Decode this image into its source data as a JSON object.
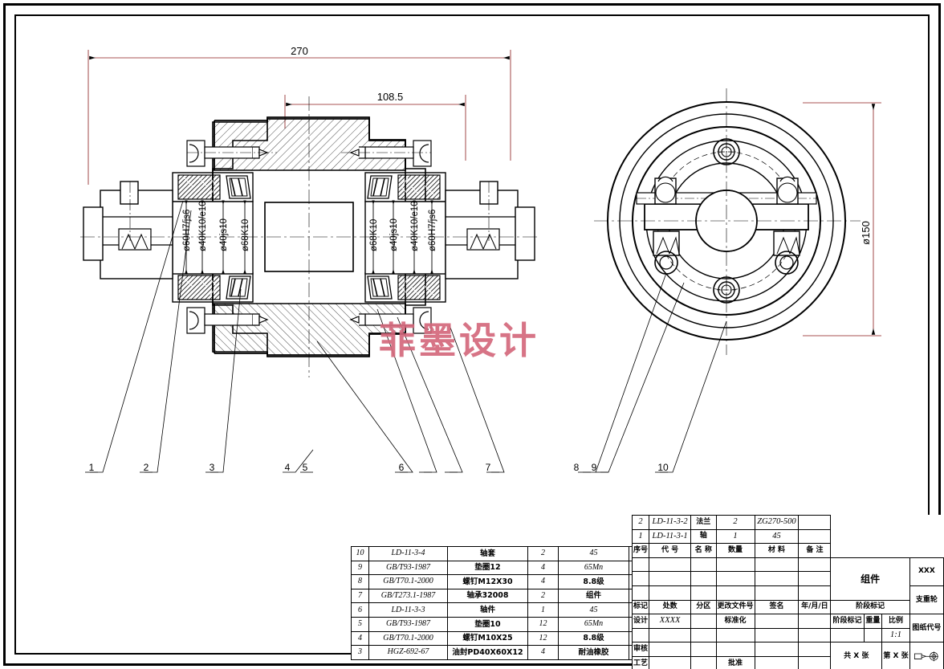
{
  "sheet": {
    "watermark": "菲墨设计"
  },
  "dimensions": {
    "overall_width": "270",
    "inner_width": "108.5",
    "outer_diameter": "ø150",
    "fits": [
      "ø60H7/js6",
      "ø40K10/e10",
      "ø40js10",
      "ø68K10",
      "ø68K10",
      "ø40js10",
      "ø40K10/e10",
      "ø60H7/js6"
    ]
  },
  "balloons": [
    "1",
    "2",
    "3",
    "4",
    "5",
    "6",
    "7",
    "8",
    "9",
    "10"
  ],
  "parts_list": {
    "columns": [
      "序号",
      "代号",
      "名称",
      "数量",
      "材料",
      "备注"
    ],
    "rows": [
      {
        "idx": "10",
        "code": "LD-11-3-4",
        "name": "轴套",
        "qty": "2",
        "material": "45",
        "note": ""
      },
      {
        "idx": "9",
        "code": "GB/T93-1987",
        "name": "垫圈12",
        "qty": "4",
        "material": "65Mn",
        "note": ""
      },
      {
        "idx": "8",
        "code": "GB/T70.1-2000",
        "name": "螺钉M12X30",
        "qty": "4",
        "material": "8.8级",
        "note": ""
      },
      {
        "idx": "7",
        "code": "GB/T273.1-1987",
        "name": "轴承32008",
        "qty": "2",
        "material": "组件",
        "note": ""
      },
      {
        "idx": "6",
        "code": "LD-11-3-3",
        "name": "轴件",
        "qty": "1",
        "material": "45",
        "note": ""
      },
      {
        "idx": "5",
        "code": "GB/T93-1987",
        "name": "垫圈10",
        "qty": "12",
        "material": "65Mn",
        "note": ""
      },
      {
        "idx": "4",
        "code": "GB/T70.1-2000",
        "name": "螺钉M10X25",
        "qty": "12",
        "material": "8.8级",
        "note": ""
      },
      {
        "idx": "3",
        "code": "HGZ-692-67",
        "name": "油封PD40X60X12",
        "qty": "4",
        "material": "耐油橡胶",
        "note": ""
      }
    ]
  },
  "title_block": {
    "item_rows": [
      {
        "idx": "2",
        "code": "LD-11-3-2",
        "name": "法兰",
        "qty": "2",
        "material": "ZG270-500",
        "note": ""
      },
      {
        "idx": "1",
        "code": "LD-11-3-1",
        "name": "轴",
        "qty": "1",
        "material": "45",
        "note": ""
      }
    ],
    "headers": {
      "idx": "序号",
      "code": "代  号",
      "name": "名  称",
      "qty": "数量",
      "material": "材  料",
      "note": "备  注"
    },
    "revision": {
      "mark": "标记",
      "count": "处数",
      "zone": "分区",
      "doc_no": "更改文件号",
      "sign": "签名",
      "date": "年/月/日"
    },
    "roles": {
      "design": "设计",
      "design_name": "XXXX",
      "standardize": "标准化",
      "review": "审核",
      "process": "工艺",
      "approve": "批准"
    },
    "stage_mark": "阶段标记",
    "weight": "重量",
    "scale_label": "比例",
    "scale_value": "1:1",
    "assembly": "组件",
    "sheets_total": "共 X 张",
    "sheet_no": "第 X 张",
    "company": "XXX",
    "part_title": "支重轮",
    "drawing_code": "图纸代号"
  }
}
